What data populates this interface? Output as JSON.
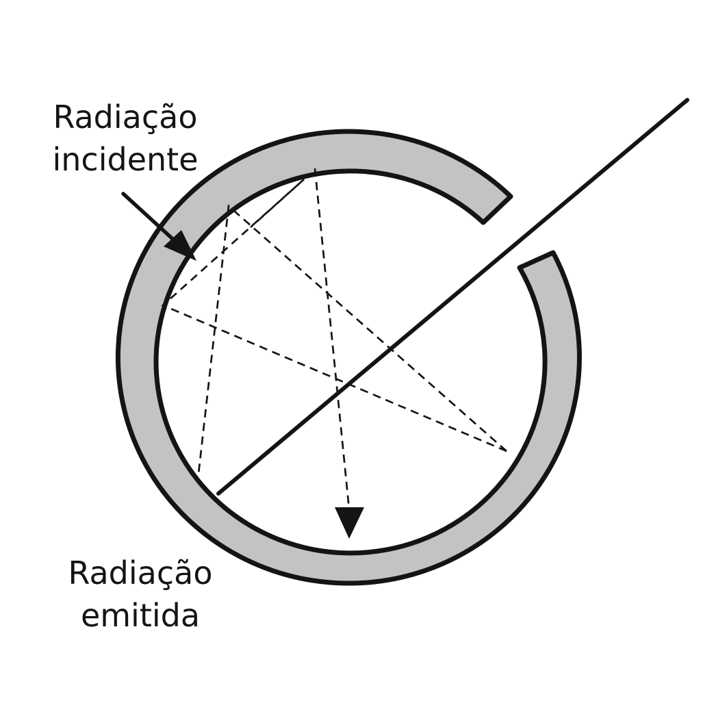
{
  "labels": {
    "incident": {
      "line1": "Radiação",
      "line2": "incidente"
    },
    "emitted": {
      "line1": "Radiação",
      "line2": "emitida"
    }
  },
  "colors": {
    "background": "#ffffff",
    "stroke": "#141414",
    "shell_fill": "#c3c3c3"
  },
  "icons": {
    "incident_arrow": "arrow-icon",
    "emitted_arrow": "arrowhead-icon"
  }
}
